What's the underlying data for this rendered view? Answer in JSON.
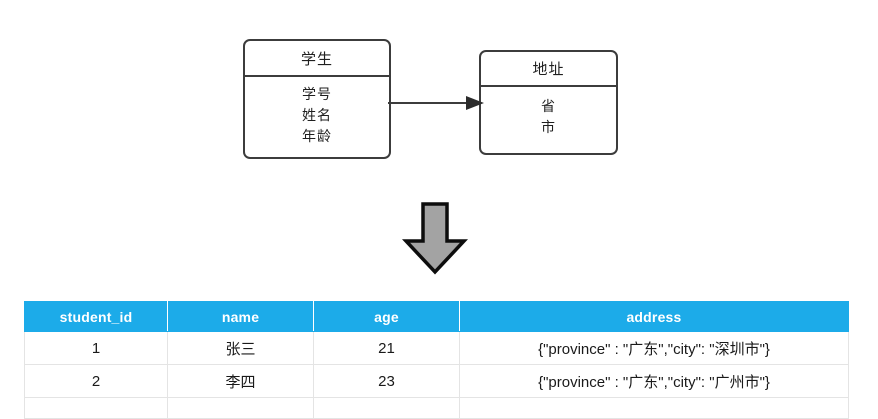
{
  "diagram": {
    "entities": [
      {
        "name": "student-entity",
        "title": "学生",
        "attributes": [
          "学号",
          "姓名",
          "年龄"
        ]
      },
      {
        "name": "address-entity",
        "title": "地址",
        "attributes": [
          "省",
          "市"
        ]
      }
    ],
    "relation_arrow": "right-arrow-icon",
    "transform_arrow": "down-block-arrow-icon"
  },
  "table": {
    "columns": [
      "student_id",
      "name",
      "age",
      "address"
    ],
    "rows": [
      {
        "student_id": "1",
        "name": "张三",
        "age": "21",
        "address": "{\"province\" : \"广东\",\"city\": \"深圳市\"}"
      },
      {
        "student_id": "2",
        "name": "李四",
        "age": "23",
        "address": "{\"province\" : \"广东\",\"city\": \"广州市\"}"
      },
      {
        "student_id": "",
        "name": "",
        "age": "",
        "address": ""
      }
    ]
  },
  "colors": {
    "header_blue": "#1cabe9",
    "header_text": "#ffffff",
    "entity_stroke": "#3c3c3c",
    "arrow_fill": "#a0a0a0",
    "arrow_stroke": "#111111",
    "grid_line": "#e4e4e4",
    "background": "#ffffff"
  }
}
